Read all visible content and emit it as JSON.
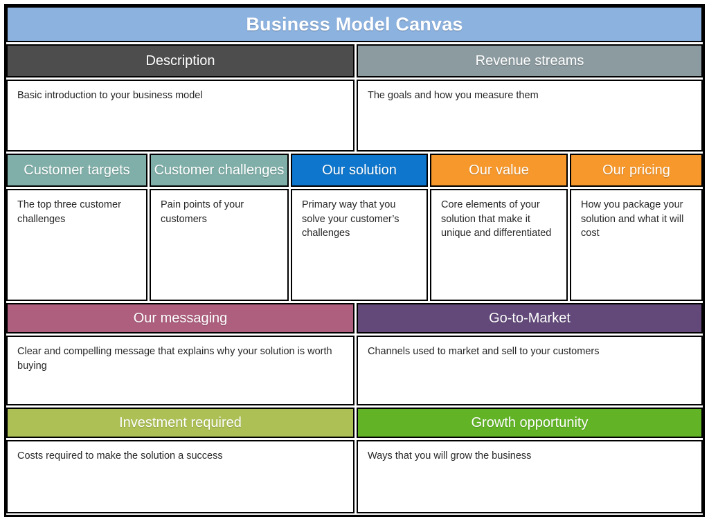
{
  "title": "Business Model Canvas",
  "colors": {
    "title_bar": "#8CB2E0",
    "description": "#4D4D4D",
    "revenue_streams": "#8C9BA0",
    "customer_targets": "#7FAFA8",
    "customer_challenges": "#7FAFA8",
    "our_solution": "#0E76CC",
    "our_value": "#F6982C",
    "our_pricing": "#F6982C",
    "our_messaging": "#AF5F7E",
    "go_to_market": "#62497A",
    "investment_required": "#ACC055",
    "growth_opportunity": "#62B426",
    "border": "#000000",
    "body_text": "#262626",
    "header_text": "#FFFFFF"
  },
  "sections": {
    "description": {
      "header": "Description",
      "body": "Basic introduction to your business model"
    },
    "revenue_streams": {
      "header": "Revenue streams",
      "body": "The goals and how you measure them"
    },
    "customer_targets": {
      "header": "Customer targets",
      "body": "The top three customer challenges"
    },
    "customer_challenges": {
      "header": "Customer challenges",
      "body": "Pain points of your customers"
    },
    "our_solution": {
      "header": "Our solution",
      "body": "Primary way that you solve your customer’s challenges"
    },
    "our_value": {
      "header": "Our value",
      "body": "Core elements of your solution that make it unique and differentiated"
    },
    "our_pricing": {
      "header": "Our pricing",
      "body": "How you package your solution and what it will cost"
    },
    "our_messaging": {
      "header": "Our messaging",
      "body": "Clear and compelling message that explains why your solution is worth buying"
    },
    "go_to_market": {
      "header": "Go-to-Market",
      "body": "Channels used to market and sell to your customers"
    },
    "investment_required": {
      "header": "Investment required",
      "body": "Costs required to make the solution a success"
    },
    "growth_opportunity": {
      "header": "Growth opportunity",
      "body": "Ways that you will grow the business"
    }
  }
}
